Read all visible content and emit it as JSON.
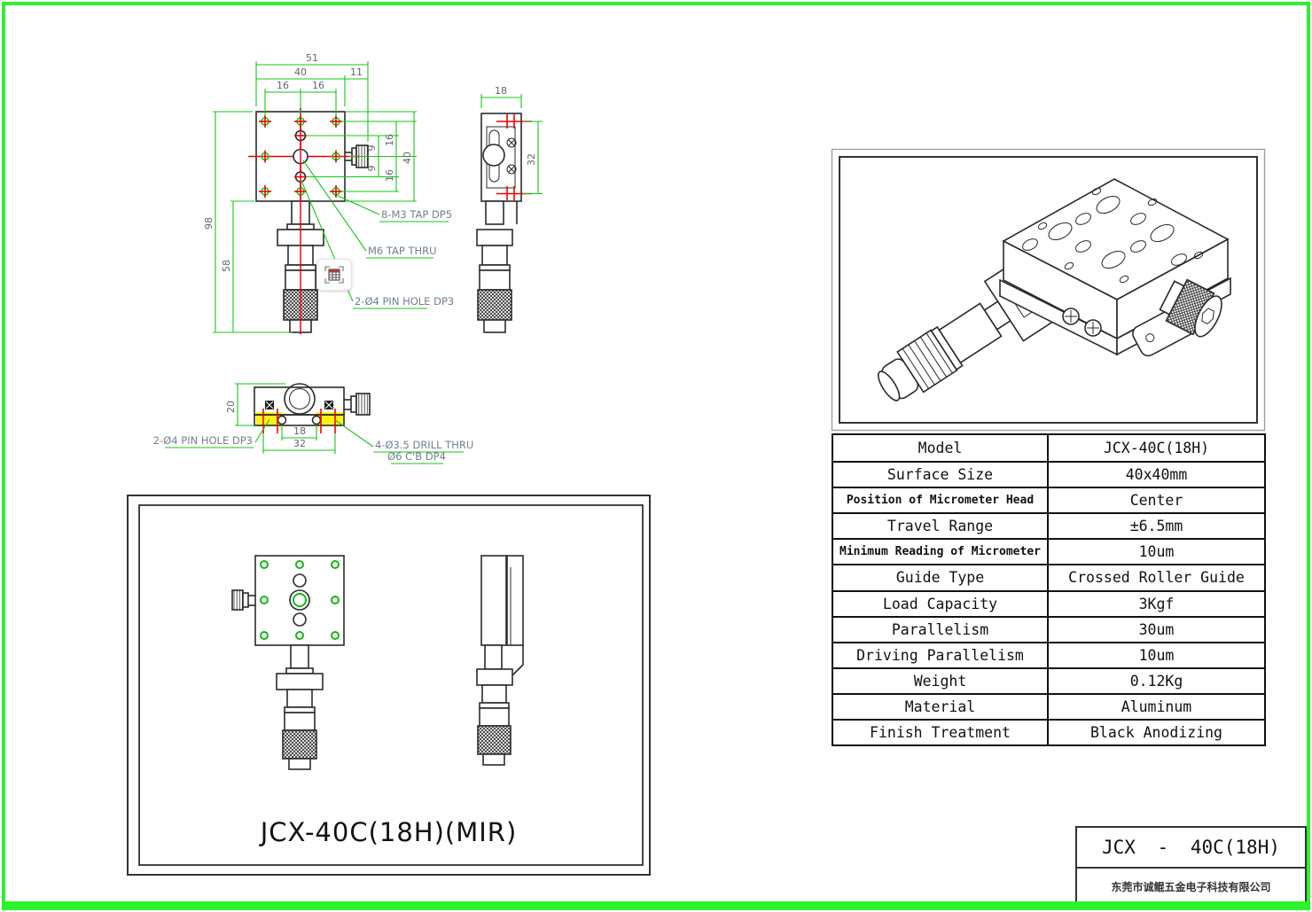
{
  "colors": {
    "page_border_green": "#2df22d",
    "dimension_green": "#17c517",
    "centerline_red": "#f20000",
    "highlight_yellow": "#ffee00",
    "drawing_black": "#2b2b2b"
  },
  "icons": {
    "table_tool": "grid-table"
  },
  "top_view": {
    "dim_51": "51",
    "dim_40": "40",
    "dim_11": "11",
    "dim_16_left": "16",
    "dim_16_right": "16",
    "dim_98": "98",
    "dim_58": "58",
    "dim_r16_top": "16",
    "dim_r9_top": "9",
    "dim_r9_bottom": "9",
    "dim_r16_bottom": "16",
    "dim_r40": "40",
    "label_tap": "8-M3 TAP DP5",
    "label_m6": "M6 TAP THRU",
    "label_pin": "2-Ø4 PIN HOLE DP3"
  },
  "side_view": {
    "dim_18": "18",
    "dim_32": "32"
  },
  "bottom_view": {
    "dim_20": "20",
    "dim_18": "18",
    "dim_32": "32",
    "label_pin": "2-Ø4 PIN HOLE DP3",
    "label_drill": "4-Ø3.5 DRILL THRU",
    "label_cbore": "Ø6 C'B DP4"
  },
  "mir_panel": {
    "caption": "JCX-40C(18H)(MIR)"
  },
  "spec_table": {
    "rows": [
      {
        "label": "Model",
        "value": "JCX-40C(18H)"
      },
      {
        "label": "Surface Size",
        "value": "40x40mm"
      },
      {
        "label": "Position of Micrometer Head",
        "value": "Center"
      },
      {
        "label": "Travel Range",
        "value": "±6.5mm"
      },
      {
        "label": "Minimum Reading of Micrometer",
        "value": "10um"
      },
      {
        "label": "Guide Type",
        "value": "Crossed Roller Guide"
      },
      {
        "label": "Load Capacity",
        "value": "3Kgf"
      },
      {
        "label": "Parallelism",
        "value": "30um"
      },
      {
        "label": "Driving Parallelism",
        "value": "10um"
      },
      {
        "label": "Weight",
        "value": "0.12Kg"
      },
      {
        "label": "Material",
        "value": "Aluminum"
      },
      {
        "label": "Finish Treatment",
        "value": "Black Anodizing"
      }
    ]
  },
  "title_block": {
    "model": "JCX - 40C(18H)",
    "company": "东莞市诚鲲五金电子科技有限公司"
  }
}
